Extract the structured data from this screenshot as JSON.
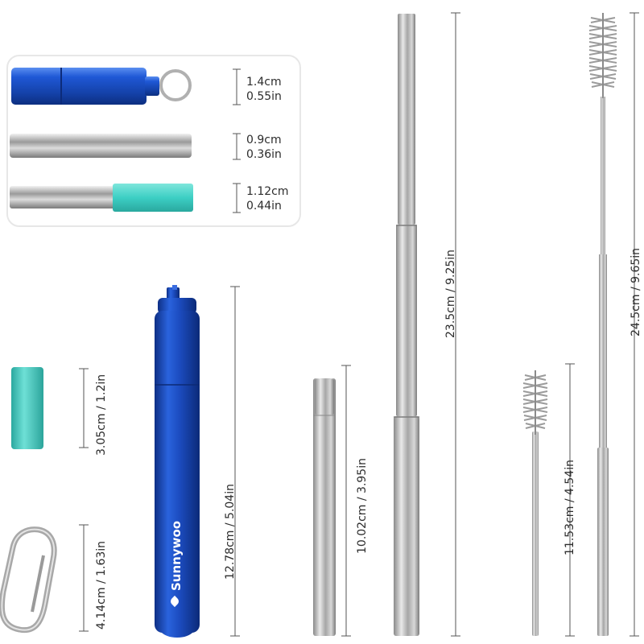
{
  "inset": {
    "rows": [
      {
        "metric": "1.4cm",
        "imperial": "0.55in"
      },
      {
        "metric": "0.9cm",
        "imperial": "0.36in"
      },
      {
        "metric": "1.12cm",
        "imperial": "0.44in"
      }
    ]
  },
  "dimensions": {
    "silicone_tip": "3.05cm / 1.2in",
    "carabiner": "4.14cm / 1.63in",
    "case": "12.78cm / 5.04in",
    "collapsed_straw": "10.02cm / 3.95in",
    "extended_straw": "23.5cm / 9.25in",
    "small_brush": "11.53cm / 4.54in",
    "long_brush": "24.5cm / 9.65in"
  },
  "brand": {
    "name": "Sunnywoo"
  },
  "colors": {
    "case_blue": "#1a4fc4",
    "silicone_teal": "#3ccfc4",
    "steel": "#b9b9b9"
  }
}
